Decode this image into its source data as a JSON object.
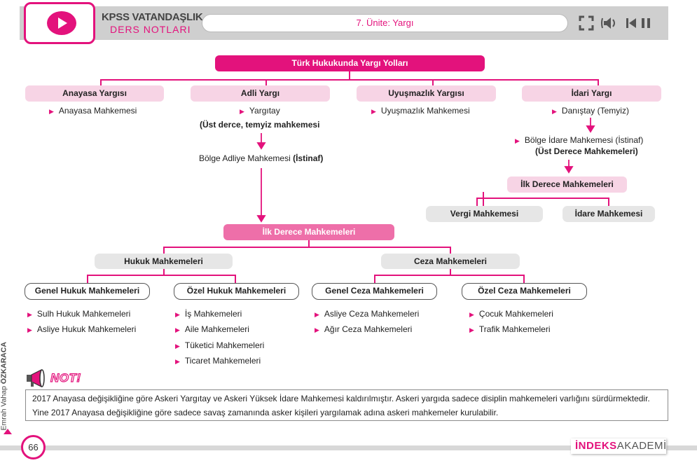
{
  "header": {
    "brand_line1": "KPSS VATANDAŞLIK",
    "brand_line2": "DERS NOTLARI",
    "unit_title": "7. Ünite: Yargı",
    "controls": {
      "fullscreen": "⛶",
      "sound": "🔊",
      "prev": "⏮",
      "pause": "⏸"
    }
  },
  "diagram": {
    "root": "Türk Hukukunda Yargı Yolları",
    "branches": [
      {
        "title": "Anayasa Yargısı",
        "items": [
          "Anayasa Mahkemesi"
        ]
      },
      {
        "title": "Adli Yargı",
        "items": [
          "Yargıtay"
        ],
        "note": "(Üst derce, temyiz mahkemesi",
        "next_normal": "Bölge Adliye Mahkemesi ",
        "next_bold": "(İstinaf)"
      },
      {
        "title": "Uyuşmazlık Yargısı",
        "items": [
          "Uyuşmazlık Mahkemesi"
        ]
      },
      {
        "title": "İdari Yargı",
        "items": [
          "Danıştay (Temyiz)"
        ],
        "next": "Bölge İdare Mahkemesi (İstinaf)",
        "next_note": "(Üst Derece Mahkemeleri)",
        "lower": "İlk Derece Mahkemeleri",
        "lower_children": [
          "Vergi Mahkemesi",
          "İdare Mahkemesi"
        ]
      }
    ],
    "first_instance": "İlk Derece Mahkemeleri",
    "groups": [
      {
        "title": "Hukuk Mahkemeleri",
        "subgroups": [
          {
            "title": "Genel Hukuk Mahkemeleri",
            "items": [
              "Sulh Hukuk Mahkemeleri",
              "Asliye Hukuk Mahkemeleri"
            ]
          },
          {
            "title": "Özel Hukuk Mahkemeleri",
            "items": [
              "İş Mahkemeleri",
              "Aile Mahkemeleri",
              "Tüketici Mahkemeleri",
              "Ticaret Mahkemeleri"
            ]
          }
        ]
      },
      {
        "title": "Ceza Mahkemeleri",
        "subgroups": [
          {
            "title": "Genel Ceza Mahkemeleri",
            "items": [
              "Asliye Ceza Mahkemeleri",
              "Ağır Ceza Mahkemeleri"
            ]
          },
          {
            "title": "Özel Ceza Mahkemeleri",
            "items": [
              "Çocuk Mahkemeleri",
              "Trafik Mahkemeleri"
            ]
          }
        ]
      }
    ]
  },
  "note": {
    "label": "NOT!",
    "line1": "2017 Anayasa değişikliğine göre Askeri Yargıtay ve Askeri Yüksek İdare Mahkemesi kaldırılmıştır. Askeri yargıda sadece disiplin mahkemeleri varlığını sürdürmektedir.",
    "line2": "Yine 2017 Anayasa değişikliğine göre sadece savaş zamanında asker kişileri yargılamak adına askeri mahkemeler kurulabilir."
  },
  "footer": {
    "page_number": "66",
    "logo_bold": "İNDEKS",
    "logo_light": "AKADEMİ",
    "author_first": "Emrah Vahap ",
    "author_last": "ÖZKARACA"
  },
  "colors": {
    "accent": "#e3127c",
    "pink_light": "#f7d4e5",
    "gray_box": "#e6e6e6"
  }
}
